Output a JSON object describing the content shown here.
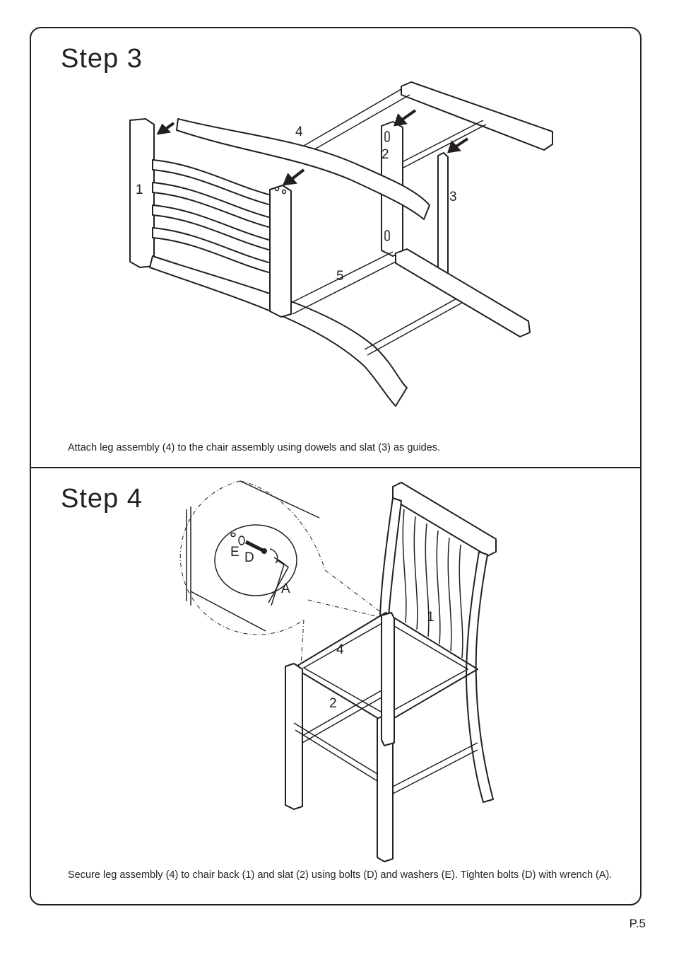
{
  "step3": {
    "title": "Step  3",
    "caption": "Attach leg assembly (4) to the chair assembly using dowels and slat (3) as guides.",
    "labels": {
      "p1": "1",
      "p2": "2",
      "p3": "3",
      "p4": "4",
      "p5": "5"
    }
  },
  "step4": {
    "title": "Step  4",
    "caption": "Secure leg assembly (4) to chair back (1) and slat (2) using bolts (D) and washers (E). Tighten bolts (D) with wrench (A).",
    "labels": {
      "p1": "1",
      "p2": "2",
      "p4": "4",
      "E": "E",
      "D": "D",
      "A": "A"
    }
  },
  "page": {
    "number": "P.5"
  },
  "colors": {
    "ink": "#231f20",
    "paper": "#ffffff"
  }
}
